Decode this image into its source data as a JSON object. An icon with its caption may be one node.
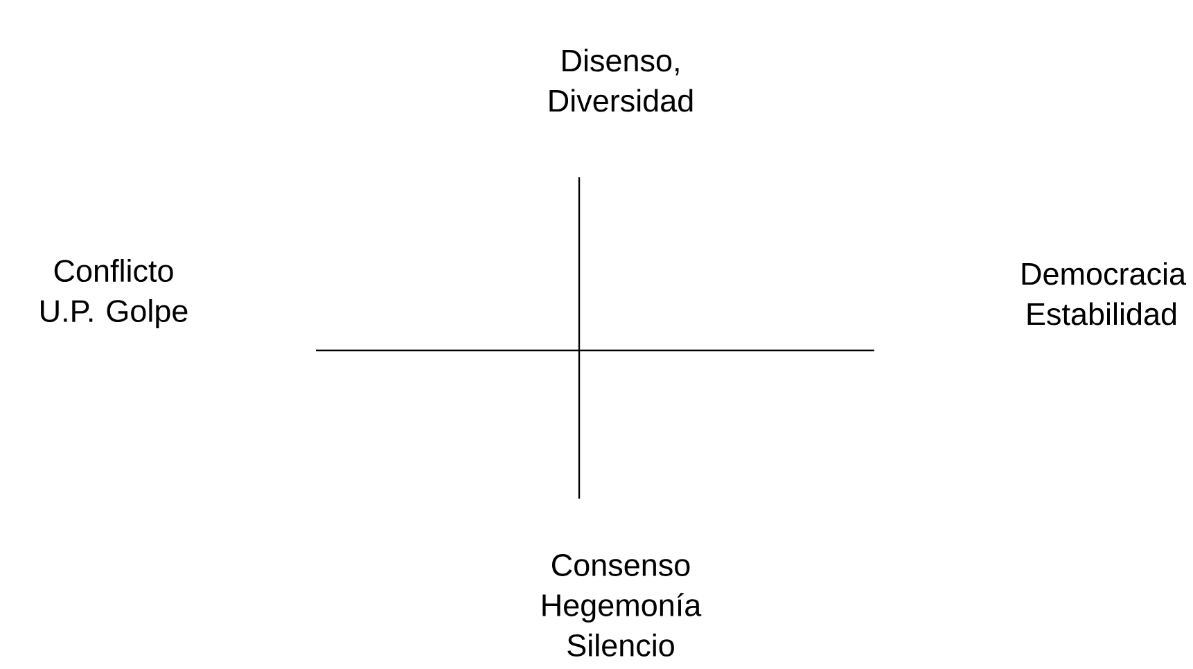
{
  "diagram": {
    "labels": [
      "Disenso, Diversidad",
      "Conflicto U.P. Golpe",
      "Democracia Estabilidad",
      "Consenso Hegemonía Silencio"
    ]
  }
}
